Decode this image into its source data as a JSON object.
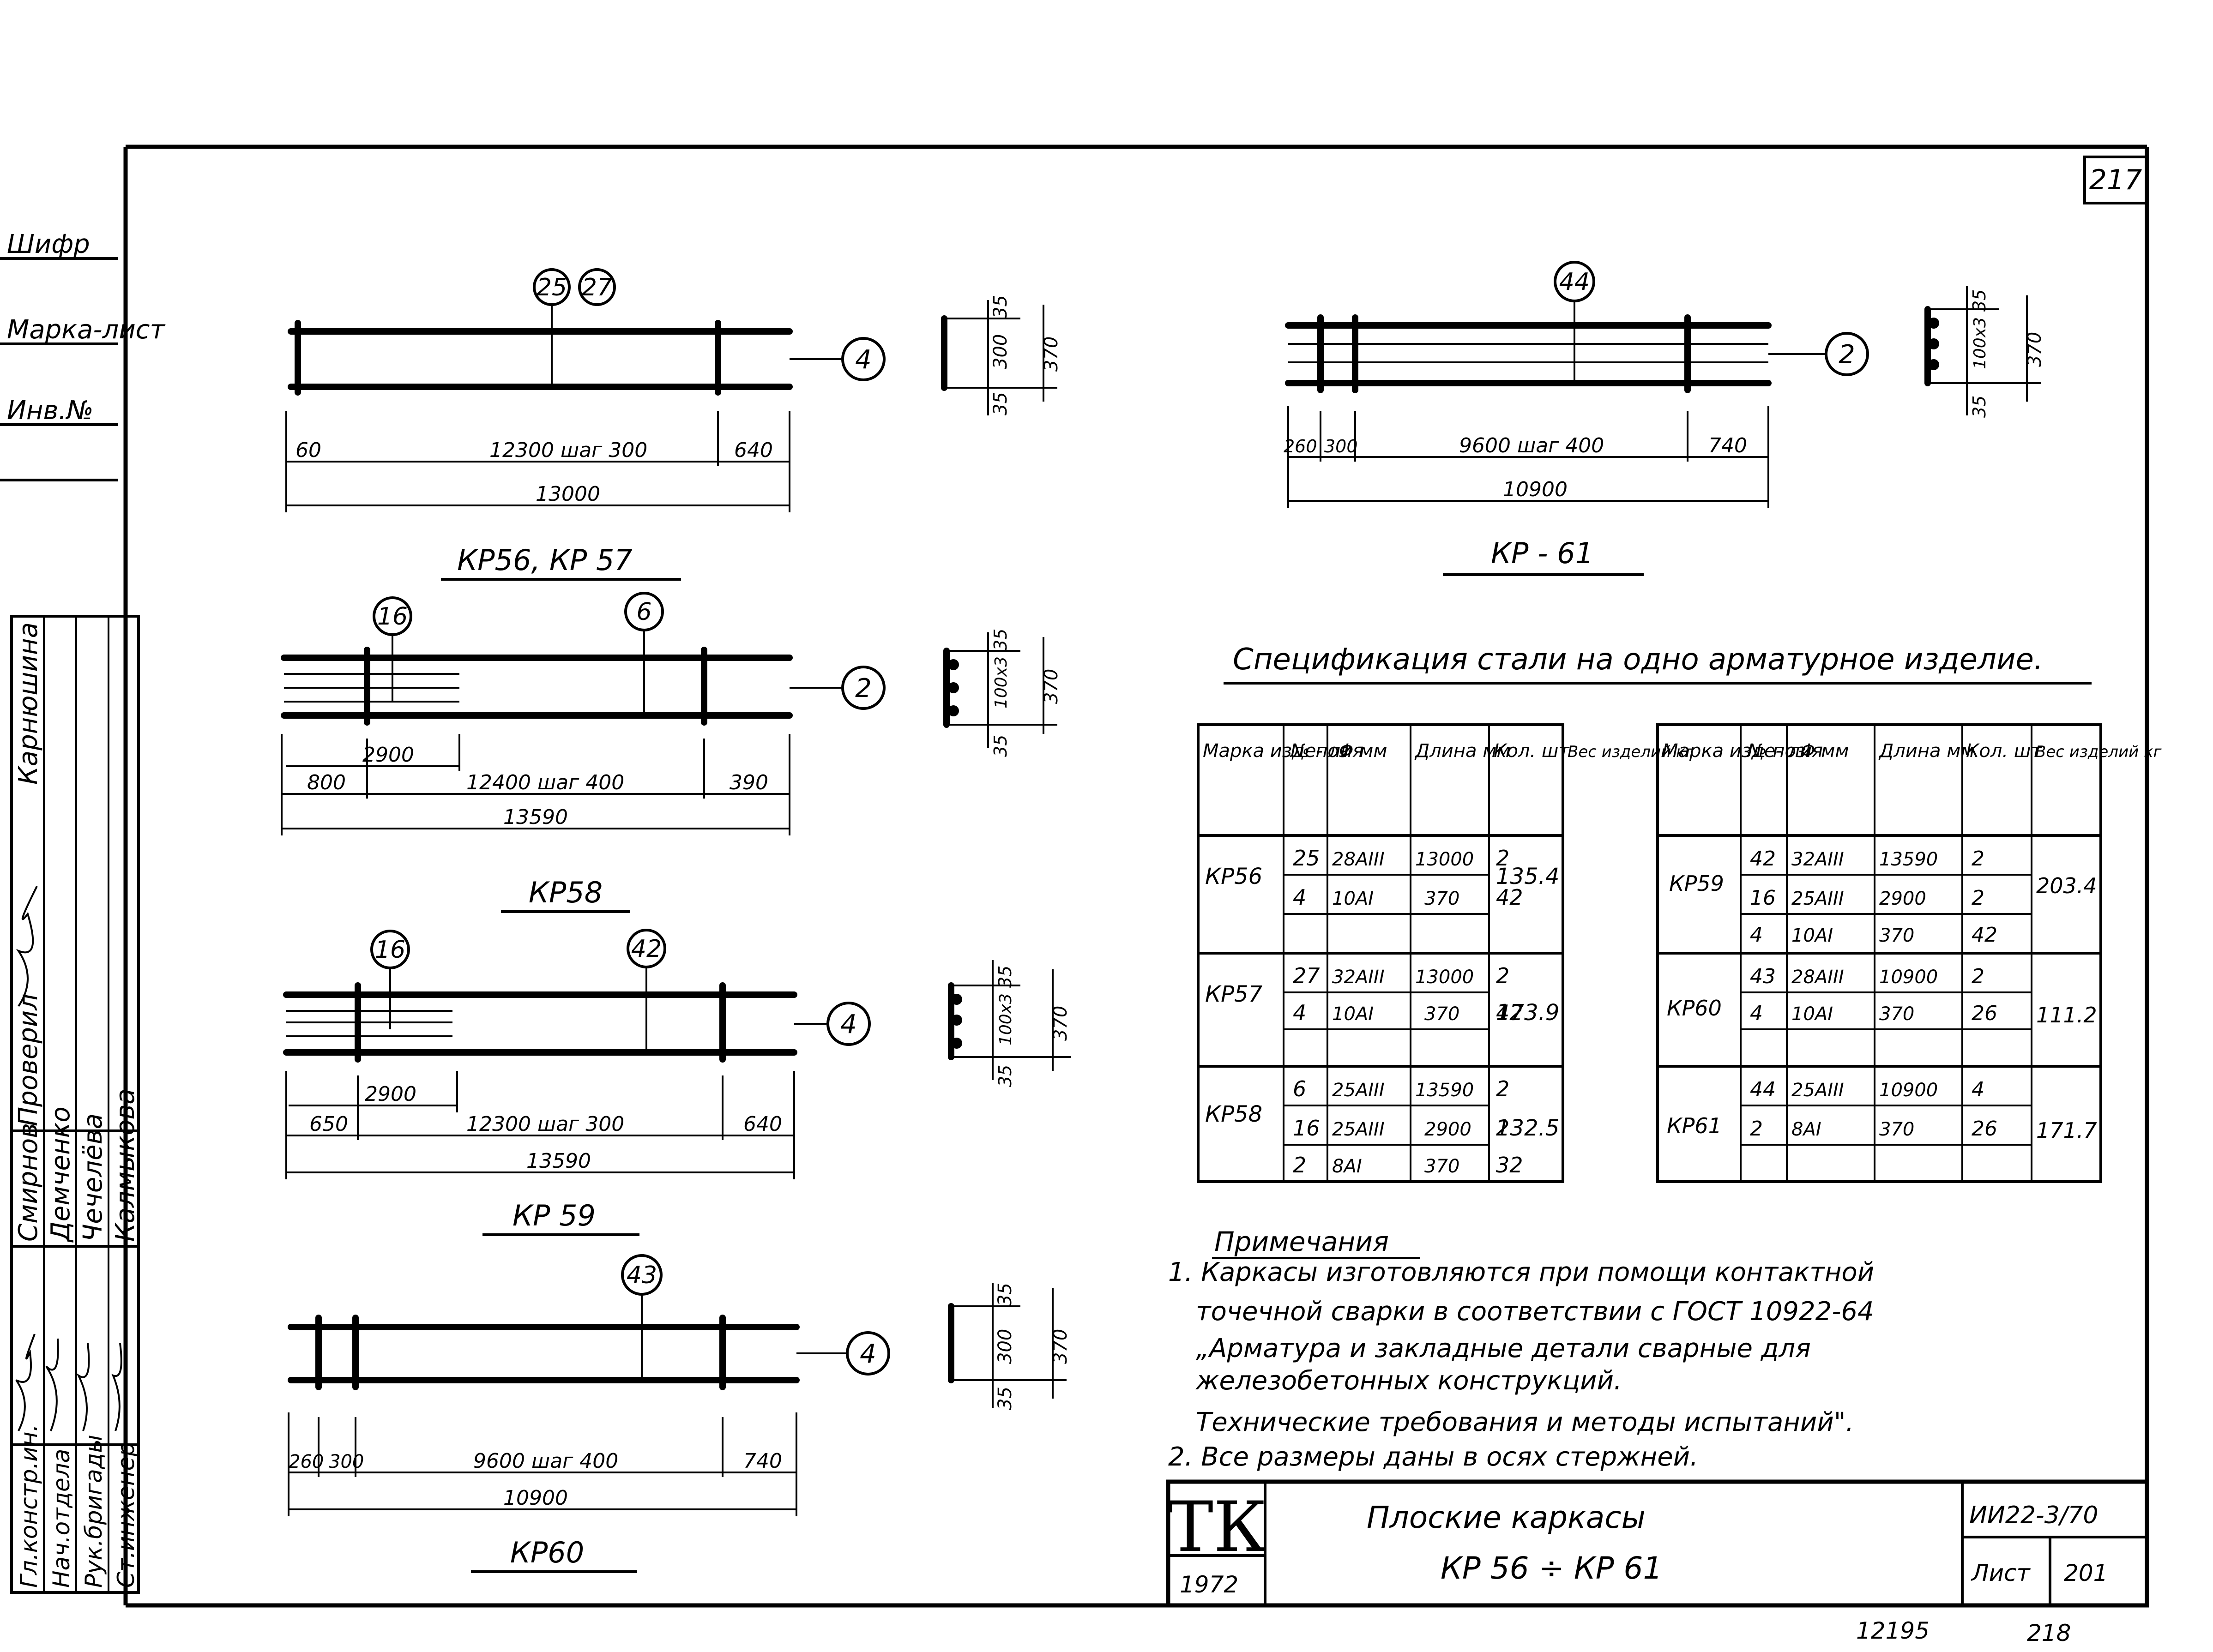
{
  "sheet_number": "217",
  "stamp_left": {
    "labels": [
      "Шифр",
      "Марка-лист",
      "Инв.№"
    ],
    "roles": [
      "Гл.констр.ин.",
      "Нач.отдела",
      "Рук.бригады",
      "Ст.инженер"
    ],
    "names": [
      "Смирнов",
      "Демченко",
      "Чечелёва",
      "Калмыкова"
    ],
    "checked": "Проверил",
    "checked_name": "Карнюшина"
  },
  "frames": [
    {
      "title": "КР56, КР 57",
      "positions": [
        "25",
        "27"
      ],
      "rod_pos": "4",
      "dims": [
        "60",
        "12300 шаг 300",
        "640"
      ],
      "overall": "13000",
      "section": [
        "35",
        "300",
        "35",
        "370"
      ]
    },
    {
      "title": "КР58",
      "positions": [
        "16",
        "6"
      ],
      "rod_pos": "2",
      "dims": [
        "2900",
        "800",
        "12400 шаг 400",
        "390"
      ],
      "overall": "13590",
      "section": [
        "35",
        "100x3",
        "35",
        "370"
      ]
    },
    {
      "title": "КР 59",
      "positions": [
        "16",
        "42"
      ],
      "rod_pos": "4",
      "dims": [
        "2900",
        "650",
        "12300 шаг 300",
        "640"
      ],
      "overall": "13590",
      "section": [
        "35",
        "100x3",
        "35",
        "370"
      ]
    },
    {
      "title": "КР60",
      "positions": [
        "43"
      ],
      "rod_pos": "4",
      "dims": [
        "260",
        "300",
        "9600 шаг 400",
        "740"
      ],
      "overall": "10900",
      "section": [
        "35",
        "300",
        "35",
        "370"
      ]
    },
    {
      "title": "КР - 61",
      "positions": [
        "44"
      ],
      "rod_pos": "2",
      "dims": [
        "260",
        "300",
        "9600 шаг 400",
        "740"
      ],
      "overall": "10900",
      "section": [
        "35",
        "100x3",
        "35",
        "370"
      ]
    }
  ],
  "spec": {
    "title": "Спецификация стали на одно арматурное изделие.",
    "headers": [
      "Марка изде- лия",
      "№ поз",
      "Φ мм",
      "Длина мм",
      "Кол. шт",
      "Вес изделий кг"
    ],
    "left_rows": [
      {
        "mark": "КР56",
        "weight": "135.4",
        "items": [
          [
            "25",
            "28AIII",
            "13000",
            "2"
          ],
          [
            "4",
            "10AI",
            "370",
            "42"
          ],
          [
            "",
            "",
            "",
            ""
          ]
        ]
      },
      {
        "mark": "КР57",
        "weight": "173.9",
        "items": [
          [
            "27",
            "32AIII",
            "13000",
            "2"
          ],
          [
            "4",
            "10AI",
            "370",
            "42"
          ],
          [
            "",
            "",
            "",
            ""
          ]
        ]
      },
      {
        "mark": "КР58",
        "weight": "132.5",
        "items": [
          [
            "6",
            "25AIII",
            "13590",
            "2"
          ],
          [
            "16",
            "25AIII",
            "2900",
            "2"
          ],
          [
            "2",
            "8AI",
            "370",
            "32"
          ]
        ]
      }
    ],
    "right_rows": [
      {
        "mark": "КР59",
        "weight": "203.4",
        "items": [
          [
            "42",
            "32AIII",
            "13590",
            "2"
          ],
          [
            "16",
            "25AIII",
            "2900",
            "2"
          ],
          [
            "4",
            "10AI",
            "370",
            "42"
          ]
        ]
      },
      {
        "mark": "КР60",
        "weight": "111.2",
        "items": [
          [
            "43",
            "28AIII",
            "10900",
            "2"
          ],
          [
            "4",
            "10AI",
            "370",
            "26"
          ],
          [
            "",
            "",
            "",
            ""
          ]
        ]
      },
      {
        "mark": "КР61",
        "weight": "171.7",
        "items": [
          [
            "44",
            "25AIII",
            "10900",
            "4"
          ],
          [
            "2",
            "8AI",
            "370",
            "26"
          ],
          [
            "",
            "",
            "",
            ""
          ]
        ]
      }
    ]
  },
  "notes": {
    "heading": "Примечания",
    "lines": [
      "1. Каркасы изготовляются при помощи контактной",
      "точечной сварки в соответствии с ГОСТ 10922-64",
      "„Арматура и закладные детали сварные для",
      "железобетонных конструкций.",
      "Технические требования и методы испытаний\".",
      "2. Все размеры даны в осях стержней."
    ]
  },
  "title_block": {
    "logo": "ТК",
    "year": "1972",
    "title_line1": "Плоские каркасы",
    "title_line2": "КР 56 ÷ КР 61",
    "code": "ИИ22-3/70",
    "sheet_label": "Лист",
    "sheet_value": "201"
  },
  "footer": {
    "left": "12195",
    "right": "218"
  }
}
